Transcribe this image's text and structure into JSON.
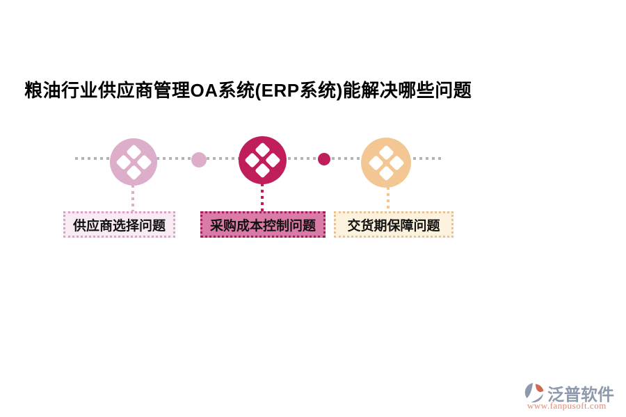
{
  "page": {
    "background_color": "#ffffff",
    "title": "粮油行业供应商管理OA系统(ERP系统)能解决哪些问题"
  },
  "diagram": {
    "type": "timeline-infographic",
    "timeline_dash_color": "#b4b4b4",
    "icon_glyph": "four-diamonds",
    "nodes": [
      {
        "label": "供应商选择问题",
        "circle_color": "#dcaec9",
        "label_bg": "#f8ebf3",
        "label_border": "#d9a3c3"
      },
      {
        "label": "采购成本控制问题",
        "circle_color": "#c01d5b",
        "label_bg": "#d97ba6",
        "label_border": "#a81d57"
      },
      {
        "label": "交货期保障问题",
        "circle_color": "#f2c794",
        "label_bg": "#fdf2de",
        "label_border": "#eec18c"
      }
    ],
    "connector_dots": [
      {
        "color": "#dcaec9"
      },
      {
        "color": "#c01d5b"
      }
    ]
  },
  "footer": {
    "brand": "泛普软件",
    "brand_color": "#8e99ab",
    "url": "www.fanpusoft.com",
    "url_color": "#df8a72",
    "logo_gray": "#8e99ab",
    "logo_accent": "#cf6a50"
  }
}
